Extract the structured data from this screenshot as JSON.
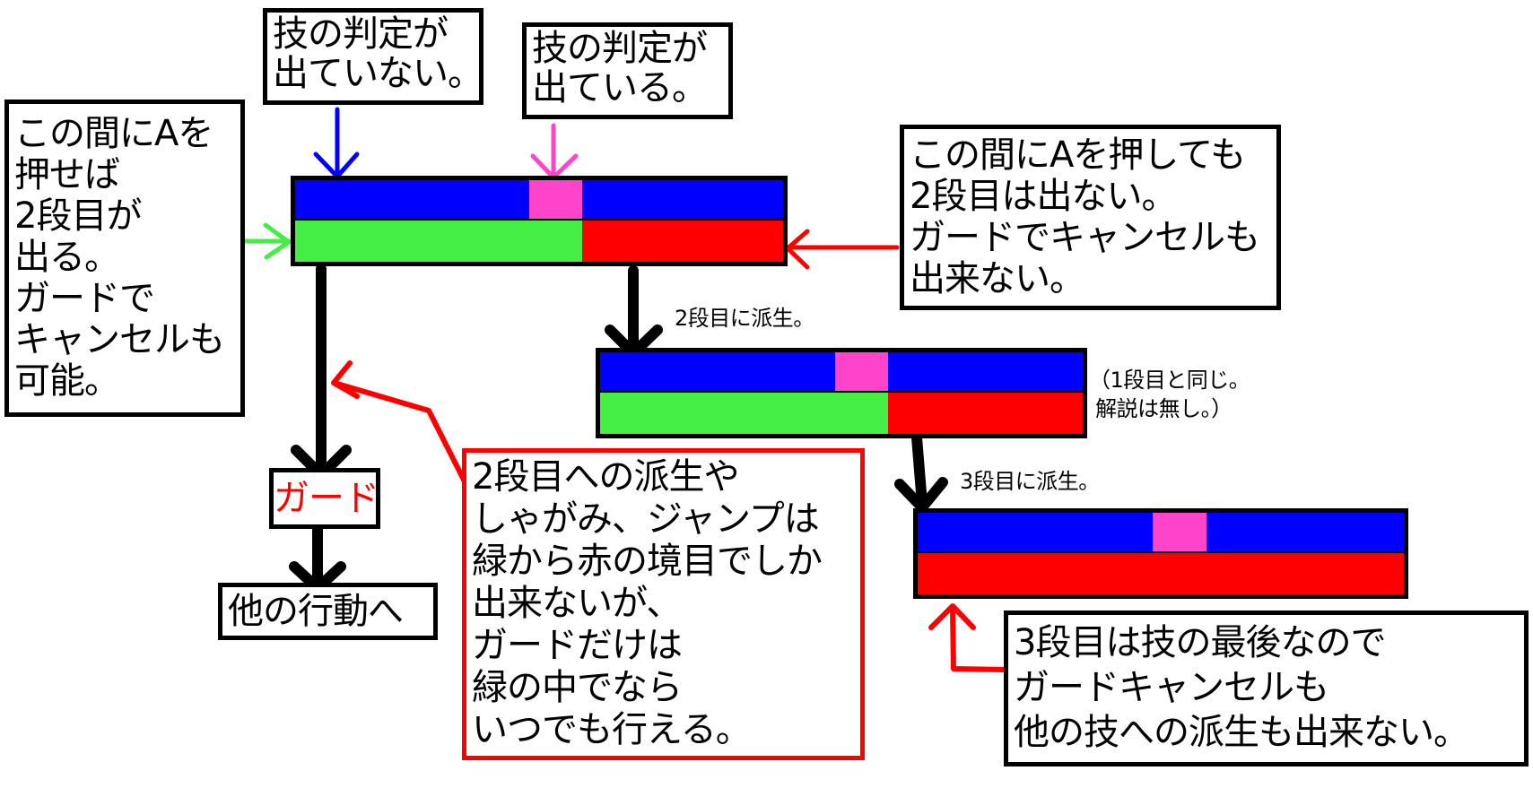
{
  "colors": {
    "active_frames": "#0000ff",
    "hitbox_frames": "#ff44cc",
    "cancel_window": "#44ee44",
    "no_cancel_window": "#ff0000",
    "flow_arrow": "#000000",
    "red_arrow": "#ff0000",
    "green_arrow": "#44ee44",
    "blue_arrow": "#0000ff",
    "pink_arrow": "#ff44cc"
  },
  "labels": {
    "no_hitbox": "技の判定が\n出ていない。",
    "hitbox_out": "技の判定が\n出ている。",
    "left_note": "この間にAを\n押せば\n2段目が\n出る。\nガードで\nキャンセルも\n可能。",
    "right_note": "この間にAを押しても\n2段目は出ない。\nガードでキャンセルも\n出来ない。",
    "branch_to_2": "2段目に派生。",
    "same_as_first": "（1段目と同じ。\n 解説は無し。）",
    "branch_to_3": "3段目に派生。",
    "guard": "ガード",
    "other_action": "他の行動へ",
    "center_note": "2段目への派生や\nしゃがみ、ジャンプは\n緑から赤の境目でしか\n出来ないが、\nガードだけは\n緑の中でなら\nいつでも行える。",
    "third_note": "3段目は技の最後なので\nガードキャンセルも\n他の技への派生も出来ない。"
  },
  "icons": [
    "down-arrow-icon",
    "right-arrow-icon",
    "left-arrow-icon",
    "up-arrow-icon"
  ]
}
